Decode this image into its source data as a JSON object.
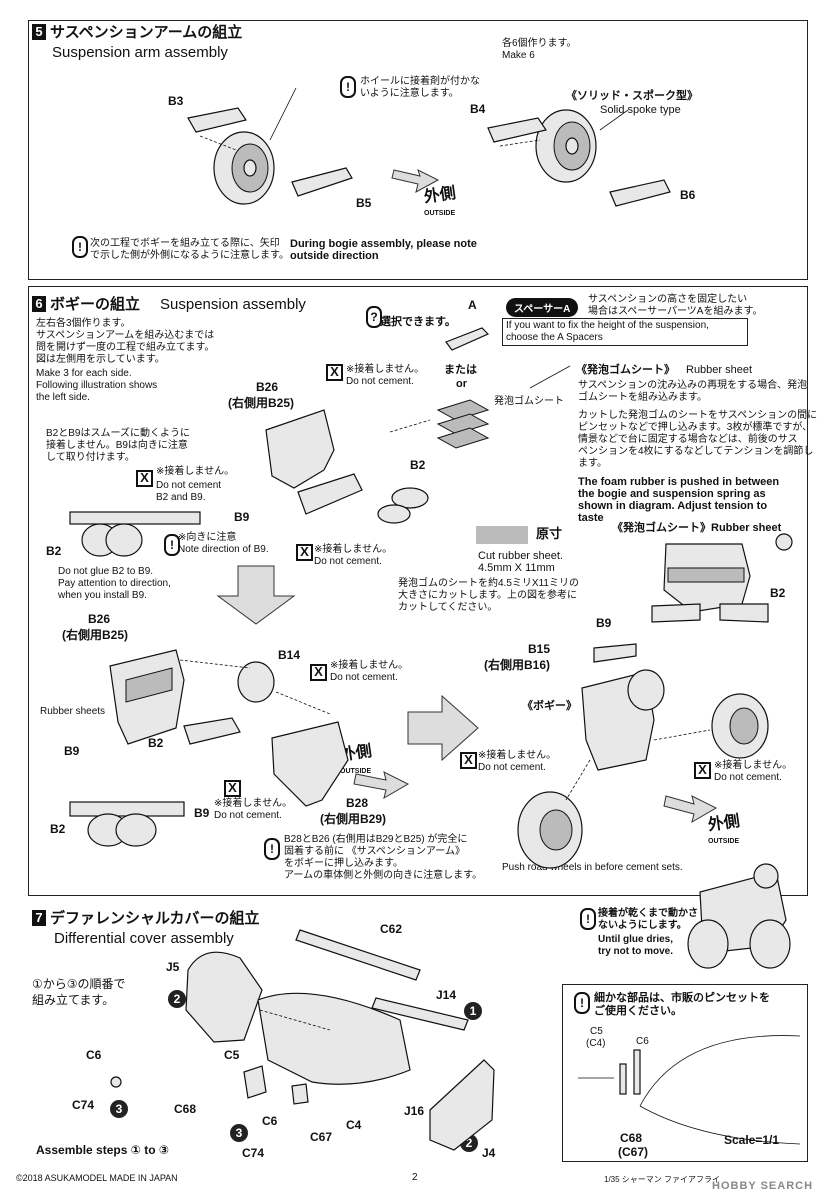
{
  "s5": {
    "num": "5",
    "title_jp": "サスペンションアームの組立",
    "title_en": "Suspension arm assembly",
    "make6_jp": "各6個作ります。",
    "make6_en": "Make 6",
    "glue_warn_jp": "ホイールに接着剤が付かな\nいように注意します。",
    "solid_jp": "《ソリッド・スポーク型》",
    "solid_en": "Solid spoke type",
    "note_jp": "次の工程でボギーを組み立てる際に、矢印\nで示した側が外側になるように注意します。",
    "note_en": "During bogie assembly, please note\noutside direction",
    "outside_jp": "外側",
    "outside_en": "OUTSIDE",
    "parts": [
      "B3",
      "B5",
      "B4",
      "B6"
    ]
  },
  "s6": {
    "num": "6",
    "title_jp": "ボギーの組立",
    "title_en": "Suspension assembly",
    "intro_jp": "左右各3個作ります。\nサスペンションアームを組み込むまでは\n問を開けず一度の工程で組み立てます。\n図は左側用を示しています。",
    "intro_en": "Make 3 for each side.\nFollowing illustration shows\nthe left side.",
    "choose_jp": "選択できます。",
    "part_a": "A",
    "spacer_label": "スペーサーA",
    "spacer_jp": "サスペンションの高さを固定したい\n場合はスペーサーパーツAを組みます。",
    "spacer_en": "If you want to fix the height of the suspension,\nchoose the A Spacers",
    "or_jp": "または",
    "or_en": "or",
    "foam_small": "発泡ゴムシート",
    "rubber_title_jp": "《発泡ゴムシート》",
    "rubber_title_en": "Rubber sheet",
    "rubber_desc_jp": "サスペンションの沈み込みの再現をする場合、発泡\nゴムシートを組み込みます。",
    "rubber_cut_jp": "カットした発泡ゴムのシートをサスペンションの間に\nピンセットなどで押し込みます。3枚が標準ですが、\n情景などで台に固定する場合などは、前後のサス\nペンションを4枚にするなどしてテンションを調節し\nます。",
    "rubber_en": "The foam rubber is pushed in between\nthe bogie and suspension spring as\nshown in diagram. Adjust tension to\ntaste",
    "rubber_title2": "《発泡ゴムシート》Rubber sheet",
    "actual_size_jp": "原寸",
    "cut_en": "Cut rubber sheet.\n4.5mm  X  11mm",
    "cut_jp": "発泡ゴムのシートを約4.5ミリX11ミリの\n大きさにカットします。上の図を参考に\nカットしてください。",
    "no_cement_jp": "※接着しません。",
    "no_cement_en": "Do not cement.",
    "b2b9_jp": "B2とB9はスムーズに動くように\n接着しません。B9は向きに注意\nして取り付けます。",
    "b2b9_nc_jp": "※接着しません。",
    "b2b9_nc_en": "Do not cement\nB2 and B9.",
    "dir_jp": "※向きに注意",
    "dir_en": "Note direction of B9.",
    "noglue_en": "Do not glue B2 to B9.\nPay attention to direction,\nwhen you install B9.",
    "b26": "B26",
    "b25": "(右側用B25)",
    "b15": "B15",
    "b16": "(右側用B16)",
    "b28": "B28",
    "b29": "(右側用B29)",
    "rubber_sheets": "Rubber sheets",
    "bogie_jp": "《ボギー》",
    "push_en": "Push road wheels in before cement sets.",
    "b28_note_jp": "B28とB26 (右側用はB29とB25) が完全に\n固着する前に 《サスペンションアーム》\nをボギーに押し込みます。\nアームの車体側と外側の向きに注意します。",
    "glue_dry_jp": "接着が乾くまで動かさ\nないようにします。",
    "glue_dry_en": "Until glue dries,\ntry not to move.",
    "parts": [
      "B2",
      "B9",
      "B14"
    ]
  },
  "s7": {
    "num": "7",
    "title_jp": "デファレンシャルカバーの組立",
    "title_en": "Differential cover assembly",
    "order_jp": "①から③の順番で\n組み立てます。",
    "steps_en": "Assemble steps ① to ③",
    "tweezers_jp": "細かな部品は、市販のピンセットを\nご使用ください。",
    "scale": "Scale=1/1",
    "parts": [
      "C62",
      "J5",
      "J14",
      "C5",
      "C4",
      "C6",
      "C74",
      "C68",
      "C67",
      "J16",
      "J4"
    ],
    "detail_parts": [
      "C5",
      "(C4)",
      "C6",
      "C68",
      "(C67)"
    ]
  },
  "footer": {
    "copyright": "©2018 ASUKAMODEL    MADE IN JAPAN",
    "page": "2",
    "product": "1/35 シャーマン ファイアフライ",
    "watermark": "HOBBY SEARCH"
  }
}
